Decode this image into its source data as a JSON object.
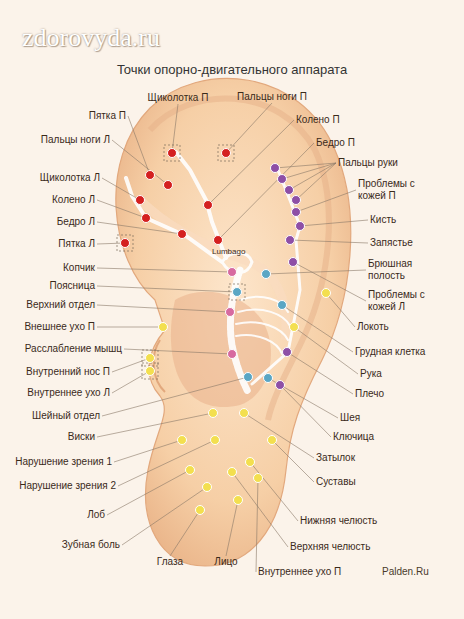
{
  "diagram": {
    "title": "Точки опорно-двигательного аппарата",
    "labels": [
      "zdorovyda.ru",
      "Пятка П",
      "Щиколотка П",
      "Пальцы ноги П",
      "Колено П",
      "Бедро П",
      "Пальцы ноги Л",
      "Щиколотка Л",
      "Колено Л",
      "Бедро Л",
      "Пятка Л",
      "Копчик",
      "Поясница",
      "Верхний отдел",
      "Внешнее ухо П",
      "Расслабление мышц",
      "Внутренний нос П",
      "Внутреннее ухо Л",
      "Шейный отдел",
      "Виски",
      "Нарушение зрения 1",
      "Нарушение зрения 2",
      "Лоб",
      "Зубная боль",
      "Глаза",
      "Лицо",
      "Внутреннее ухо П",
      "Нижняя челюсть",
      "Верхняя челюсть",
      "Суставы",
      "Затылок",
      "Ключица",
      "Шея",
      "Плечо",
      "Рука",
      "Грудная клетка",
      "Локоть",
      "Проблемы с кожей Л",
      "Брюшная полость",
      "Запястье",
      "Кисть",
      "Проблемы с кожей П",
      "Пальцы руки",
      "Lumbago",
      "Palden.Ru"
    ]
  }
}
